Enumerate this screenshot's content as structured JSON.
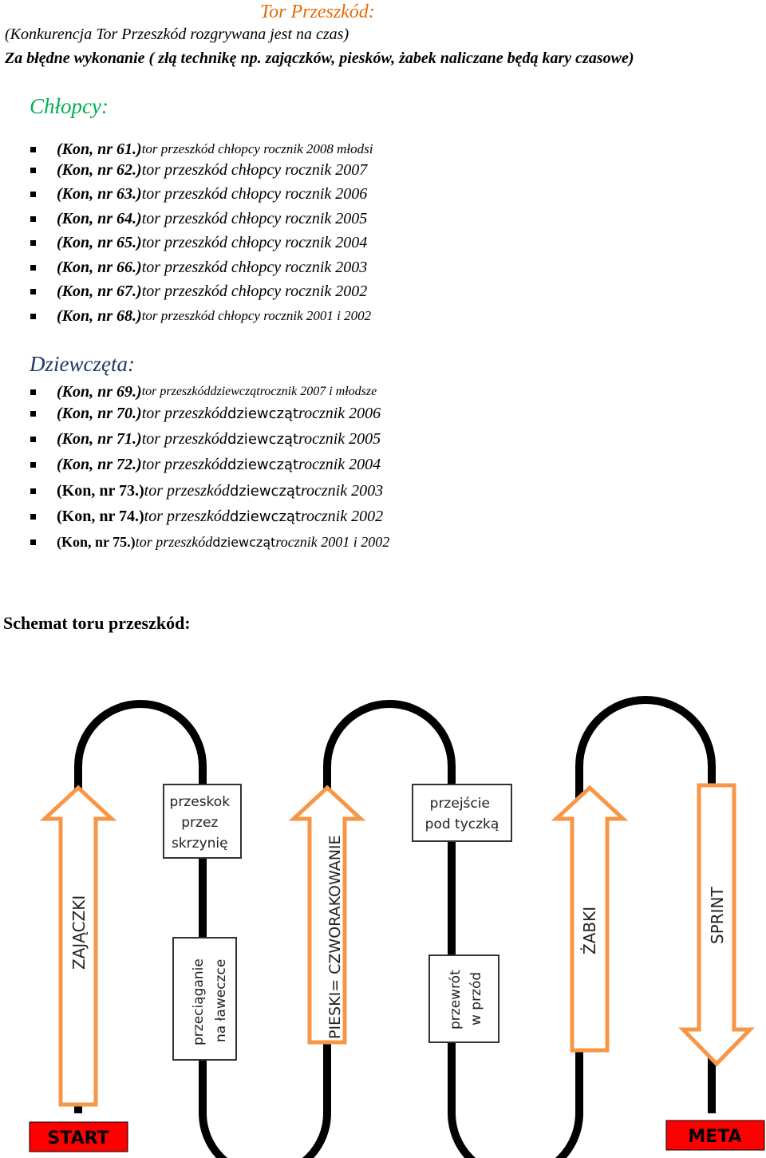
{
  "header": {
    "title": "Tor Przeszkód:",
    "line1": "(Konkurencja Tor Przeszkód rozgrywana jest na czas)",
    "line2": "Za błędne wykonanie ( złą technikę np. zajączków, piesków, żabek naliczane będą kary czasowe)"
  },
  "boys": {
    "heading": "Chłopcy:",
    "items": [
      {
        "num": "(Kon, nr 61.)",
        "desc": " tor przeszkód chłopcy rocznik 2008 młodsi"
      },
      {
        "num": "(Kon, nr 62.)",
        "desc": " tor przeszkód chłopcy rocznik 2007"
      },
      {
        "num": "(Kon, nr 63.)",
        "desc": " tor przeszkód chłopcy rocznik 2006"
      },
      {
        "num": "(Kon, nr 64.)",
        "desc": " tor przeszkód chłopcy rocznik 2005"
      },
      {
        "num": "(Kon, nr 65.)",
        "desc": " tor przeszkód chłopcy rocznik 2004"
      },
      {
        "num": "(Kon, nr 66.)",
        "desc": " tor przeszkód chłopcy rocznik 2003"
      },
      {
        "num": "(Kon, nr 67.)",
        "desc": " tor przeszkód chłopcy rocznik 2002"
      },
      {
        "num": "(Kon, nr 68.)",
        "desc": " tor przeszkód chłopcy rocznik 2001 i 2002"
      }
    ]
  },
  "girls": {
    "heading": "Dziewczęta:",
    "items": [
      {
        "num": "(Kon, nr 69.)",
        "pre": " tor przeszkód ",
        "word": "dziewcząt",
        "post": " rocznik 2007 i młodsze"
      },
      {
        "num": "(Kon, nr 70.)",
        "pre": " tor przeszkód ",
        "word": "dziewcząt",
        "post": " rocznik 2006"
      },
      {
        "num": "(Kon, nr 71.)",
        "pre": " tor przeszkód ",
        "word": "dziewcząt",
        "post": " rocznik 2005"
      },
      {
        "num": "(Kon, nr 72.)",
        "pre": " tor przeszkód ",
        "word": "dziewcząt",
        "post": " rocznik 2004"
      },
      {
        "num": "(Kon, nr 73.)",
        "pre": " tor przeszkód ",
        "word": "dziewcząt",
        "post": " rocznik 2003"
      },
      {
        "num": "(Kon, nr 74.)",
        "pre": " tor przeszkód ",
        "word": "dziewcząt",
        "post": " rocznik 2002"
      },
      {
        "num": "(Kon, nr 75.)",
        "pre": " tor przeszkód ",
        "word": "dziewcząt",
        "post": " rocznik 2001 i 2002"
      }
    ]
  },
  "schema": {
    "heading": "Schemat toru przeszkód:",
    "box1": [
      "przeskok",
      "przez",
      "skrzynię"
    ],
    "box2": [
      "przejście",
      "pod tyczką"
    ],
    "box3": [
      "przeciąganie",
      "na ławeczce"
    ],
    "box4": [
      "przewrót",
      "w przód"
    ],
    "arrow1": "ZAJĄCZKI",
    "arrow2": "PIESKI= CZWORAKOWANIE",
    "arrow3": "ŻABKI",
    "arrow4": "SPRINT",
    "start": "START",
    "meta": "META",
    "colors": {
      "arrow": "#f79646",
      "startmeta": "#ff0000"
    }
  }
}
